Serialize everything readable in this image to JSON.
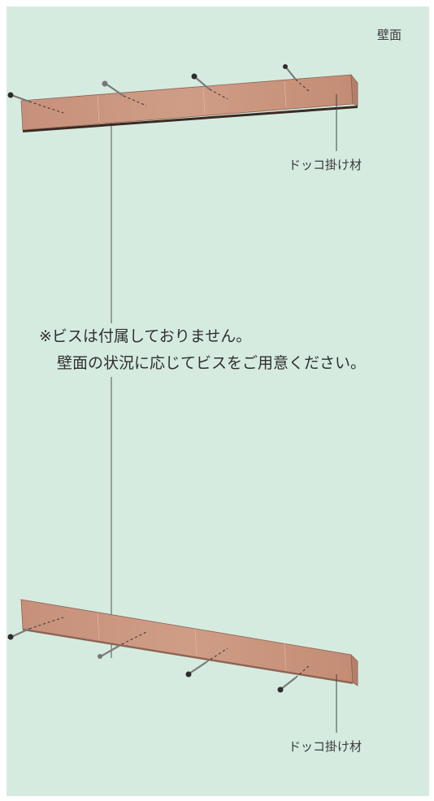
{
  "wall_label": "壁面",
  "cleat_label_top": "ドッコ掛け材",
  "cleat_label_bottom": "ドッコ掛け材",
  "note_line1": "※ビスは付属しておりません。",
  "note_line2": "壁面の状況に応じてビスをご用意ください。",
  "colors": {
    "background": "#d5ebe0",
    "wood": "#c9957a",
    "wood_edge": "#a87560",
    "screw": "#6f6f6f"
  },
  "icons": [
    "screw-icon"
  ]
}
